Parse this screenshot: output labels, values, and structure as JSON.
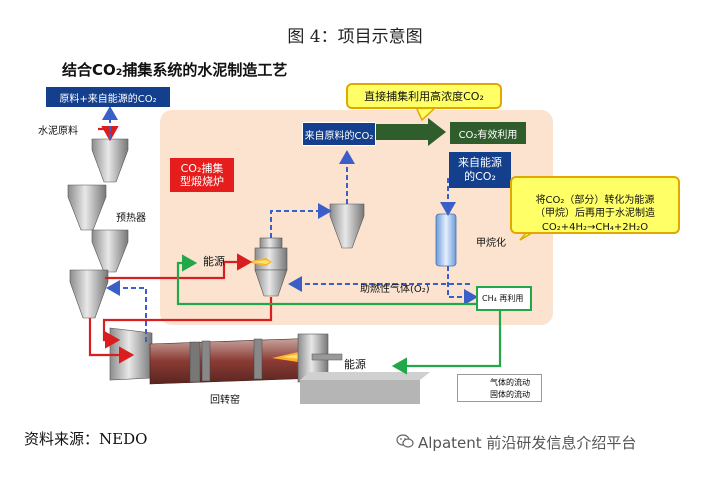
{
  "figure_title": "图 4：项目示意图",
  "main_title": "结合CO₂捕集系统的水泥制造工艺",
  "labels": {
    "top_output": "原料+来自能源的CO₂",
    "raw_material": "水泥原料",
    "capture_furnace": "CO₂捕集\n型煅烧炉",
    "preheater": "预热器",
    "energy_left": "能源",
    "callout_direct": "直接捕集利用高浓度CO₂",
    "co2_from_raw": "来自原料的CO₂",
    "co2_utilization": "CO₂有效利用",
    "co2_from_energy": "来自能源\n的CO₂",
    "callout_convert": "将CO₂（部分）转化为能源\n（甲烷）后再用于水泥制造\nCO₂+4H₂→CH₄+2H₂O",
    "methanation": "甲烷化",
    "combustion_gas": "助燃性气体(O₂)",
    "ch4_reuse": "CH₄ 再利用",
    "energy_right": "能源",
    "rotary_kiln": "回转窑"
  },
  "legend": {
    "gas_flow": "气体的流动",
    "solid_flow": "固体的流动"
  },
  "colors": {
    "gas_flow": "#3a5fc8",
    "solid_flow": "#d81e1e",
    "ch4_flow": "#22a84a",
    "capture_area": "#fbe3cf"
  },
  "source": "资料来源：NEDO",
  "watermark": "Alpatent 前沿研发信息介绍平台",
  "watermark_icon": "wechat-icon"
}
